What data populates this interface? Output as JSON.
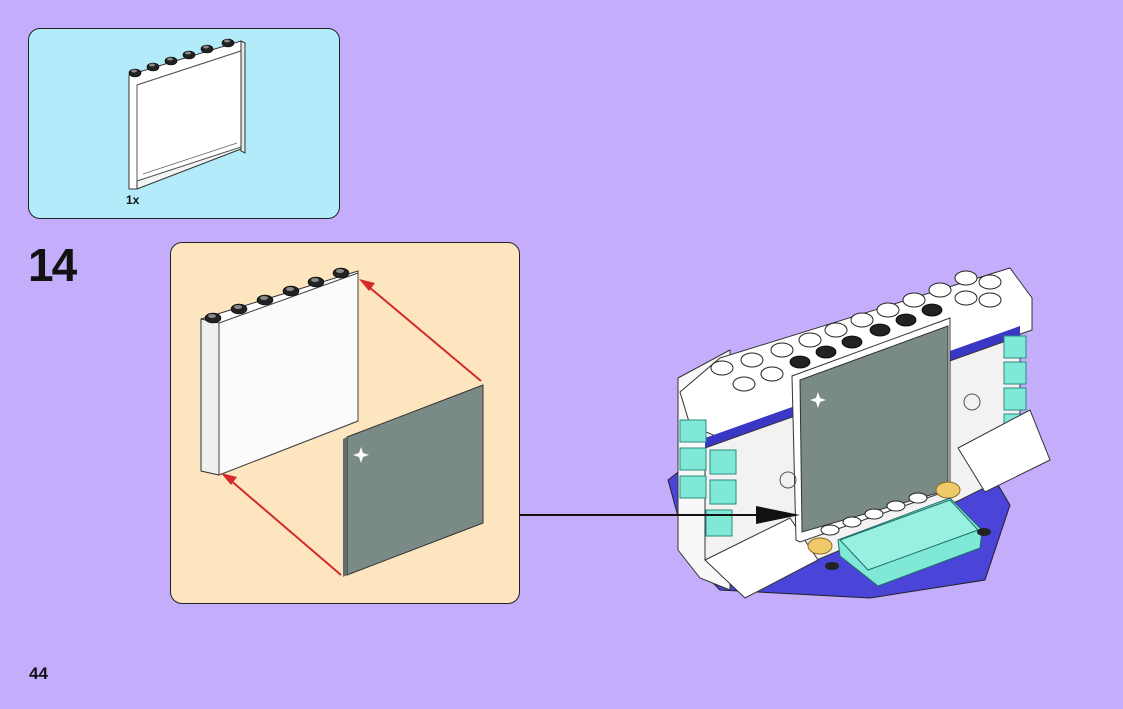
{
  "parts_list": {
    "quantity_label": "1x",
    "part": "white-panel-1x6x5-icon"
  },
  "step": {
    "number": "14"
  },
  "callout": {
    "parts": [
      "white-panel-icon",
      "grey-sticker-tile-icon"
    ],
    "arrow_color": "#d42a2a"
  },
  "assembly": {
    "arrow_color": "#111111",
    "accent_colors": [
      "#5a5ae0",
      "#7fe8d6",
      "#7a8a88"
    ]
  },
  "page": {
    "number": "44"
  },
  "colors": {
    "background": "#c4aefc",
    "parts_box": "#b3ebfb",
    "callout_box": "#fde6bf"
  }
}
